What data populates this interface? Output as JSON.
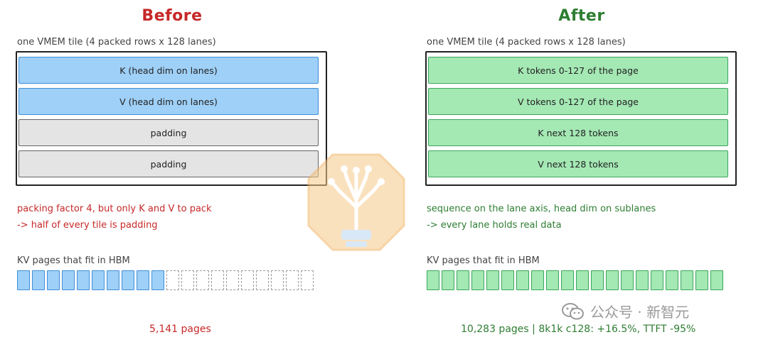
{
  "before": {
    "title": "Before",
    "tile_caption": "one VMEM tile  (4 packed rows x 128 lanes)",
    "rows": [
      {
        "label": "K  (head dim on lanes)",
        "kind": "blue"
      },
      {
        "label": "V  (head dim on lanes)",
        "kind": "blue"
      },
      {
        "label": "padding",
        "kind": "gray"
      },
      {
        "label": "padding",
        "kind": "gray"
      }
    ],
    "notes": [
      "packing factor 4, but only K and V to pack",
      "-> half of every tile is padding"
    ],
    "pages_caption": "KV pages that fit in HBM",
    "pages_filled": 10,
    "pages_empty": 10,
    "summary": "5,141 pages"
  },
  "after": {
    "title": "After",
    "tile_caption": "one VMEM tile  (4 packed rows x 128 lanes)",
    "rows": [
      {
        "label": "K  tokens 0-127  of the page",
        "kind": "green"
      },
      {
        "label": "V  tokens 0-127  of the page",
        "kind": "green"
      },
      {
        "label": "K  next 128 tokens",
        "kind": "green"
      },
      {
        "label": "V  next 128 tokens",
        "kind": "green"
      }
    ],
    "notes": [
      "sequence on the lane axis, head dim on sublanes",
      "-> every lane holds real data"
    ],
    "pages_caption": "KV pages that fit in HBM",
    "pages_filled": 20,
    "pages_empty": 0,
    "summary": "10,283 pages  |  8k1k c128: +16.5%, TTFT -95%"
  },
  "colors": {
    "before_accent": "#c62828",
    "after_accent": "#2e7d32",
    "blue_fill": "#9fd0f7",
    "green_fill": "#a4e8b4",
    "padding_fill": "#e4e4e4"
  },
  "watermark": {
    "text": "公众号 · 新智元",
    "icon": "wechat-icon"
  }
}
